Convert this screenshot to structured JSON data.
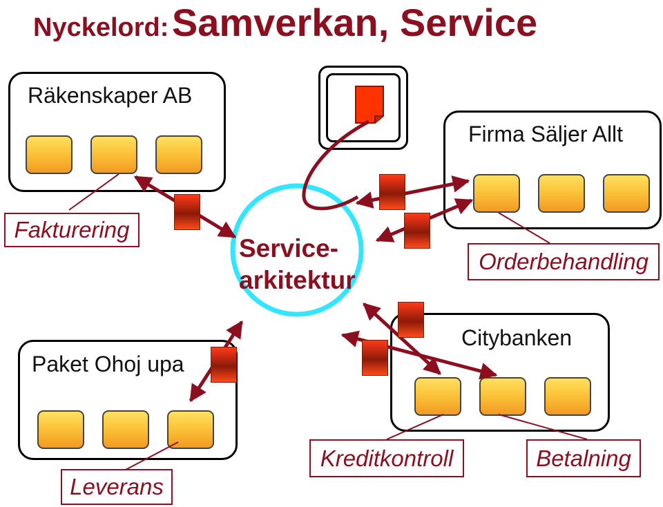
{
  "title": {
    "keyword": "Nyckelord:",
    "text": "Samverkan, Service"
  },
  "center": {
    "line1": "Service-",
    "line2": "arkitektur"
  },
  "organizations": {
    "rakenskaper": "Räkenskaper AB",
    "firma": "Firma Säljer Allt",
    "paket": "Paket Ohoj upa",
    "citybanken": "Citybanken"
  },
  "services": {
    "fakturering": "Fakturering",
    "orderbehandling": "Orderbehandling",
    "leverans": "Leverans",
    "kreditkontroll": "Kreditkontroll",
    "betalning": "Betalning"
  },
  "colors": {
    "title": "#8b0f1e",
    "connector": "#8b0f1e",
    "ring": "#33e6ff",
    "component_top": "#ffe060",
    "component_bottom": "#f39a23",
    "interface": "#c0240a"
  },
  "icons": {
    "external_document": "document-icon"
  }
}
